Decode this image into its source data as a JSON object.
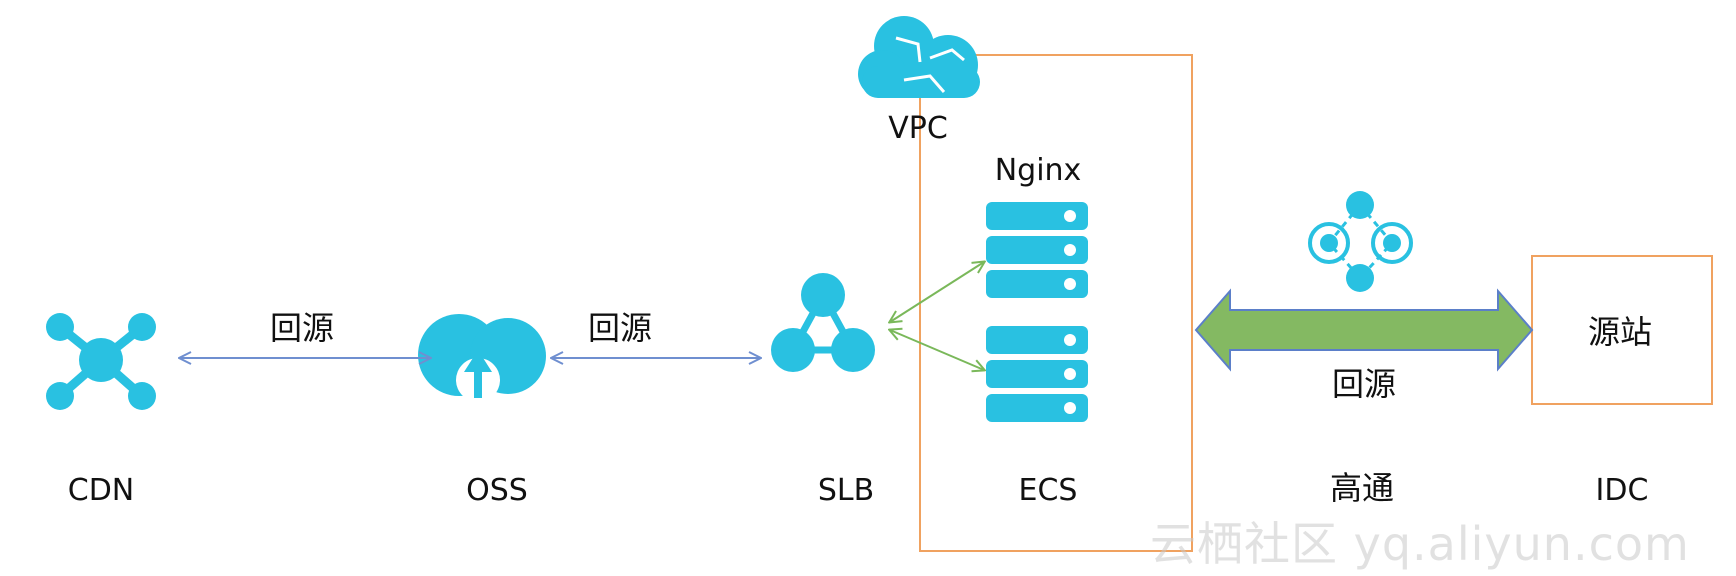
{
  "nodes": {
    "cdn": "CDN",
    "oss": "OSS",
    "slb": "SLB",
    "ecs": "ECS",
    "vpc": "VPC",
    "nginx": "Nginx",
    "gaotong": "高通",
    "idc": "IDC",
    "origin_site": "源站"
  },
  "edges": {
    "cdn_oss": "回源",
    "oss_slb": "回源",
    "ecs_idc": "回源"
  },
  "watermark": "云栖社区 yq.aliyun.com",
  "colors": {
    "icon_blue": "#29c1e1",
    "arrow_blue": "#6f8fd0",
    "arrow_green": "#7ab85a",
    "big_arrow_fill": "#84b962",
    "big_arrow_stroke": "#5b7fc9",
    "box_orange": "#f0a260"
  }
}
